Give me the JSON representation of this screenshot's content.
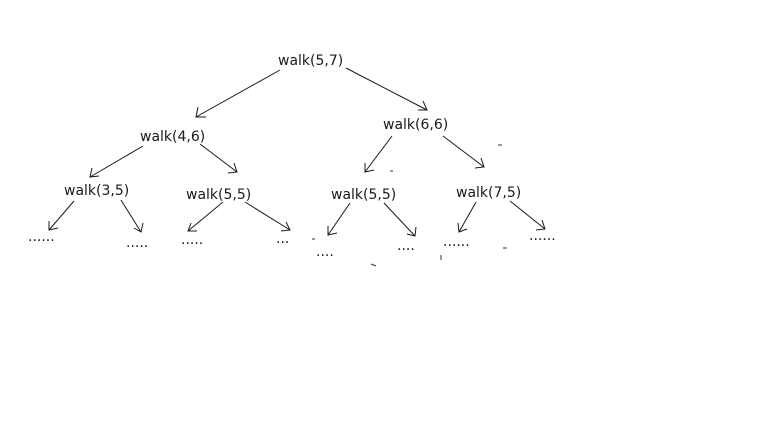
{
  "tree": {
    "root": {
      "label": "walk(5,7)"
    },
    "level1": [
      {
        "label": "walk(4,6)"
      },
      {
        "label": "walk(6,6)"
      }
    ],
    "level2": [
      {
        "label": "walk(3,5)"
      },
      {
        "label": "walk(5,5)"
      },
      {
        "label": "walk(5,5)"
      },
      {
        "label": "walk(7,5)"
      }
    ],
    "leaves": [
      {
        "label": "......"
      },
      {
        "label": "....."
      },
      {
        "label": "....."
      },
      {
        "label": "..."
      },
      {
        "label": "...."
      },
      {
        "label": "...."
      },
      {
        "label": "......"
      },
      {
        "label": "......"
      }
    ]
  }
}
